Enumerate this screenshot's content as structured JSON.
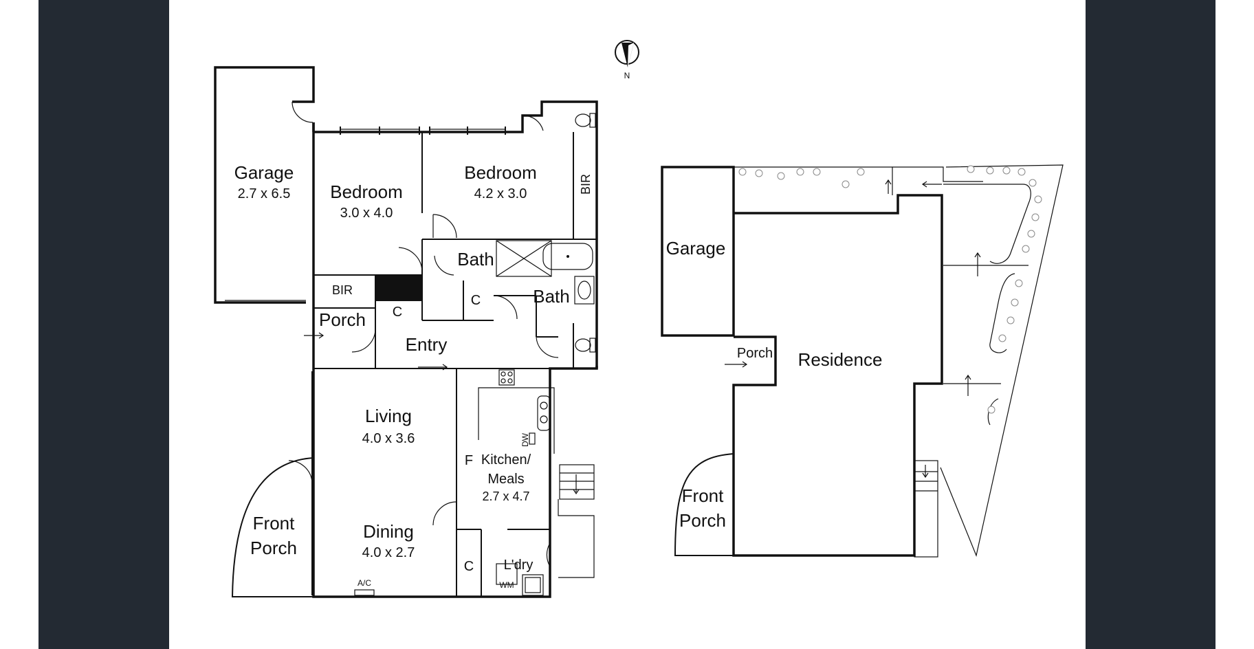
{
  "compass": {
    "label": "N"
  },
  "ground_floor": {
    "rooms": {
      "garage": {
        "name": "Garage",
        "size": "2.7 x 6.5"
      },
      "bedroom1": {
        "name": "Bedroom",
        "size": "3.0 x 4.0"
      },
      "bedroom2": {
        "name": "Bedroom",
        "size": "4.2 x 3.0"
      },
      "bir_right": {
        "name": "BIR"
      },
      "bir_left": {
        "name": "BIR"
      },
      "bath1": {
        "name": "Bath"
      },
      "bath2": {
        "name": "Bath"
      },
      "cupboard1": {
        "name": "C"
      },
      "cupboard2": {
        "name": "C"
      },
      "cupboard3": {
        "name": "C"
      },
      "porch": {
        "name": "Porch"
      },
      "entry": {
        "name": "Entry"
      },
      "living": {
        "name": "Living",
        "size": "4.0 x 3.6"
      },
      "kitchen": {
        "name_line1": "Kitchen/",
        "name_line2": "Meals",
        "size": "2.7 x 4.7"
      },
      "fridge": {
        "name": "F"
      },
      "dishwasher": {
        "name": "DW"
      },
      "dining": {
        "name": "Dining",
        "size": "4.0 x 2.7"
      },
      "front_porch": {
        "name_line1": "Front",
        "name_line2": "Porch"
      },
      "laundry": {
        "name": "L'dry"
      },
      "washing_machine": {
        "name": "WM"
      },
      "aircon": {
        "name": "A/C"
      }
    }
  },
  "site_plan": {
    "garage": {
      "name": "Garage"
    },
    "porch": {
      "name": "Porch"
    },
    "residence": {
      "name": "Residence"
    },
    "front_porch": {
      "name_line1": "Front",
      "name_line2": "Porch"
    }
  }
}
